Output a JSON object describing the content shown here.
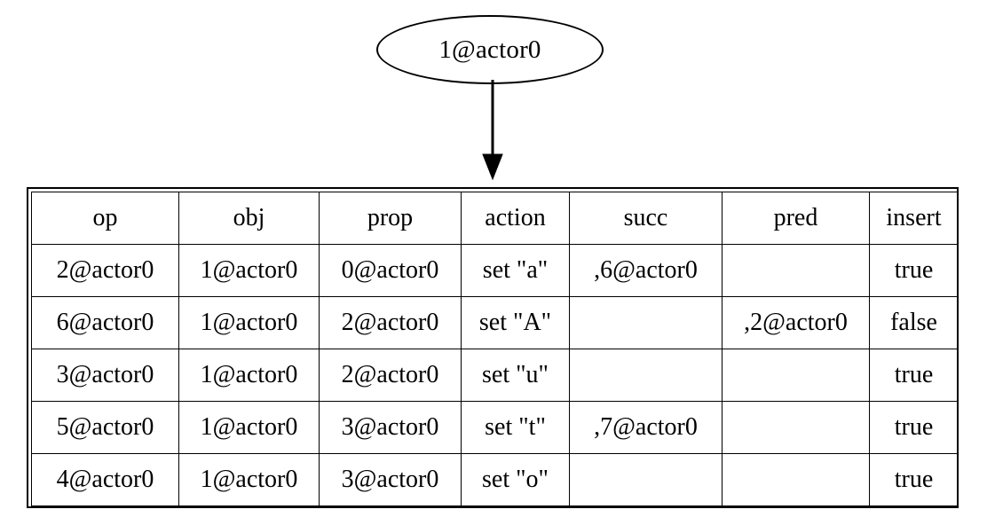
{
  "graph": {
    "node": {
      "label": "1@actor0",
      "shape": "ellipse"
    },
    "edge": {
      "from": "1@actor0",
      "to": "op-table",
      "arrow": "arrowhead-down-icon"
    }
  },
  "table": {
    "columns": [
      "op",
      "obj",
      "prop",
      "action",
      "succ",
      "pred",
      "insert"
    ],
    "rows": [
      {
        "op": "2@actor0",
        "obj": "1@actor0",
        "prop": "0@actor0",
        "action": "set \"a\"",
        "succ": ",6@actor0",
        "pred": "",
        "insert": "true"
      },
      {
        "op": "6@actor0",
        "obj": "1@actor0",
        "prop": "2@actor0",
        "action": "set \"A\"",
        "succ": "",
        "pred": ",2@actor0",
        "insert": "false"
      },
      {
        "op": "3@actor0",
        "obj": "1@actor0",
        "prop": "2@actor0",
        "action": "set \"u\"",
        "succ": "",
        "pred": "",
        "insert": "true"
      },
      {
        "op": "5@actor0",
        "obj": "1@actor0",
        "prop": "3@actor0",
        "action": "set \"t\"",
        "succ": ",7@actor0",
        "pred": "",
        "insert": "true"
      },
      {
        "op": "4@actor0",
        "obj": "1@actor0",
        "prop": "3@actor0",
        "action": "set \"o\"",
        "succ": "",
        "pred": "",
        "insert": "true"
      }
    ]
  },
  "colors": {
    "stroke": "#000000",
    "background": "#ffffff",
    "text": "#000000"
  }
}
